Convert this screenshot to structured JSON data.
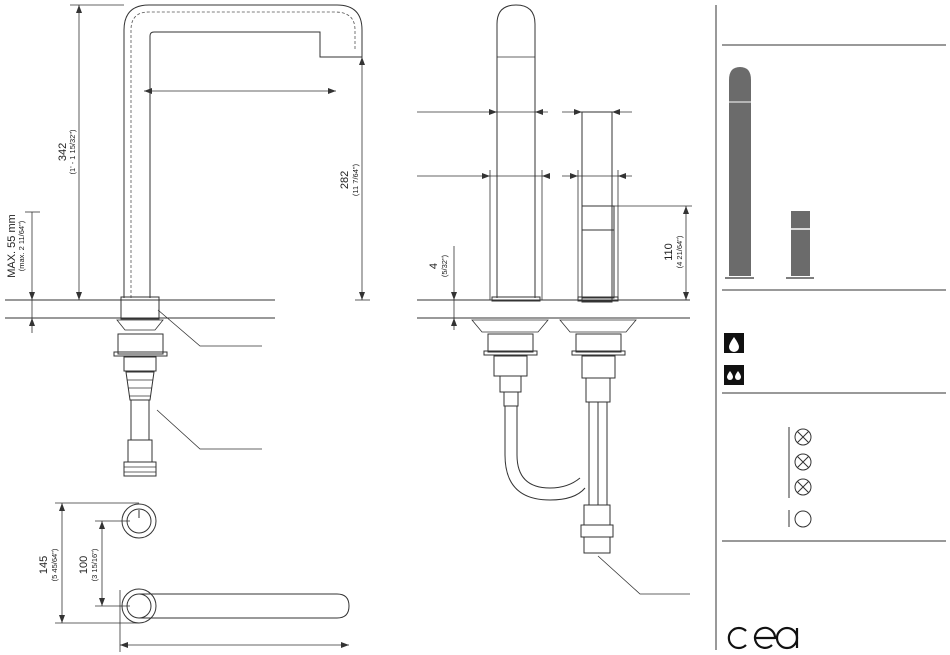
{
  "front_view": {
    "height_total": "342",
    "height_total_in": "(1' - 1 15/32\")",
    "spout_height": "282",
    "spout_height_in": "(11 7/64\")",
    "max_deck": "MAX. 55 mm",
    "max_deck_in": "(max. 2 11/64\")"
  },
  "side_view": {
    "deck_gap": "4",
    "deck_gap_in": "(5/32\")",
    "handle_height": "110",
    "handle_height_in": "(4 21/64\")"
  },
  "top_view": {
    "spacing_total": "145",
    "spacing_total_in": "(5 45/64\")",
    "spacing_centers": "100",
    "spacing_centers_in": "(3 15/16\")"
  },
  "legend": {
    "icons": [
      "single-drop-icon",
      "double-drop-icon"
    ],
    "circle_symbols": [
      "crossed-circle-icon",
      "crossed-circle-icon",
      "crossed-circle-icon",
      "open-circle-icon"
    ]
  },
  "brand": {
    "logo_text": "cea"
  },
  "colors": {
    "line": "#333333",
    "product_fill": "#6b6b6b",
    "background": "#ffffff"
  }
}
